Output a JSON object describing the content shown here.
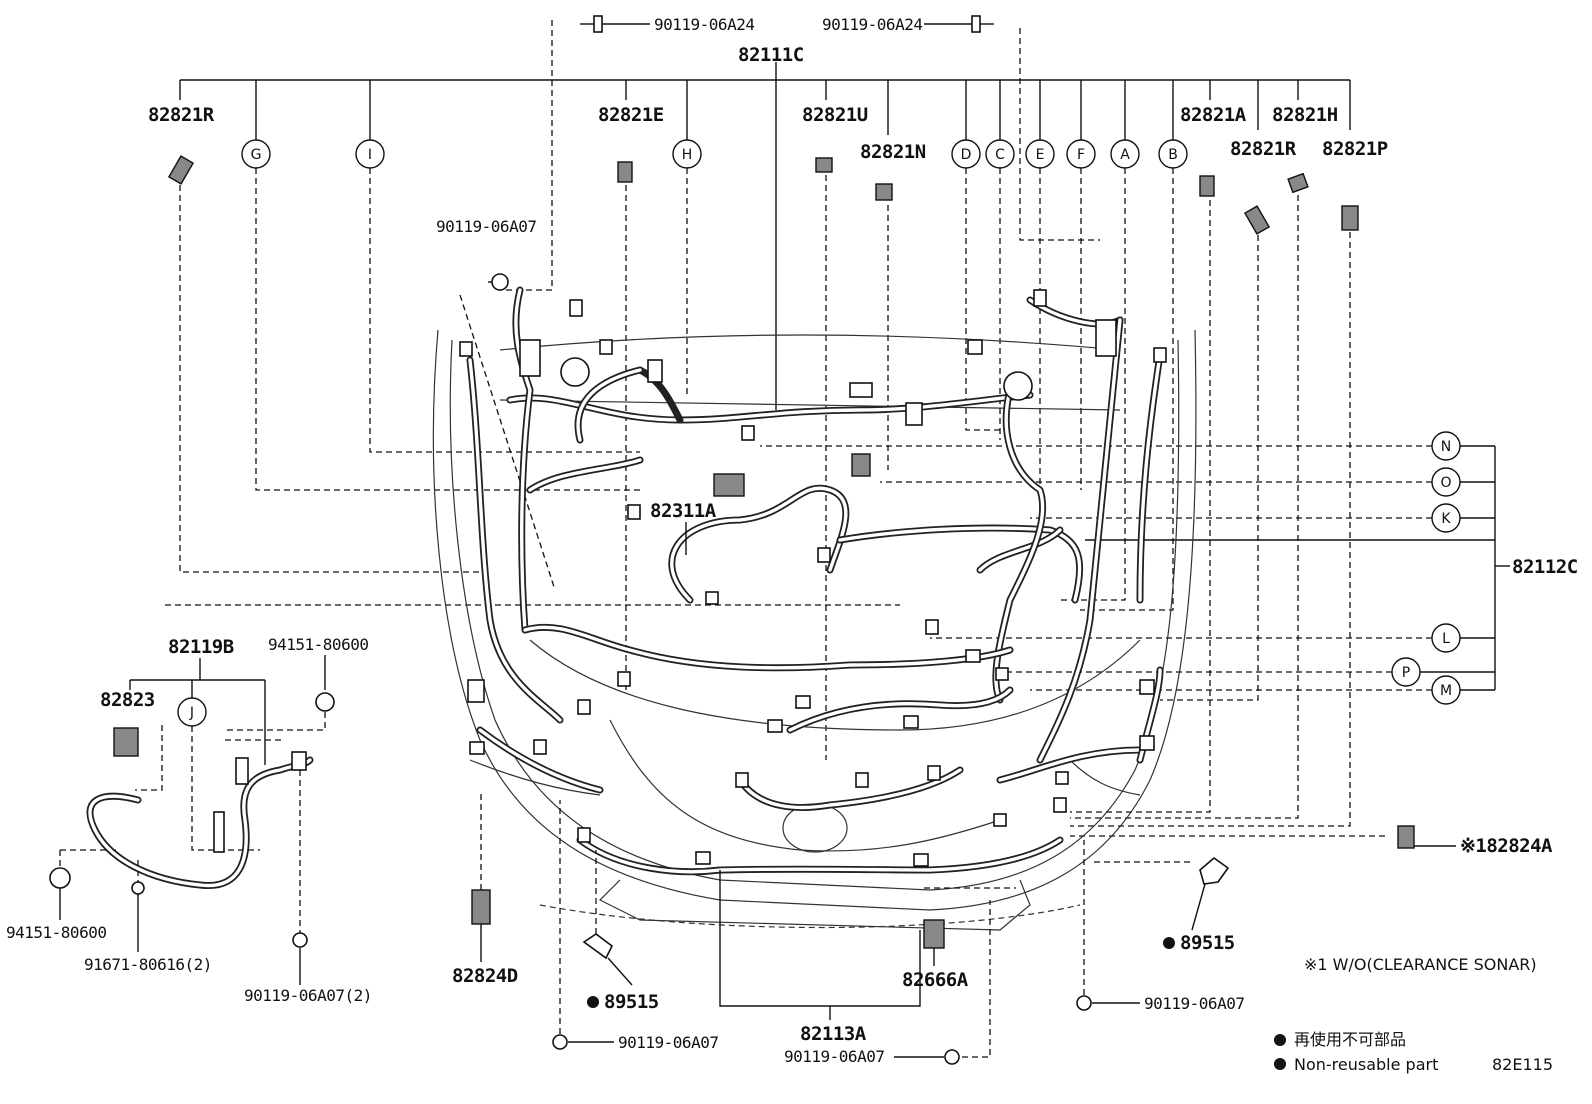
{
  "diagram": {
    "code": "82E115",
    "harness_top": "82111C",
    "harness_right": "82112C",
    "bottom_harness": "82113A",
    "center_part": "82311A",
    "left_harness": "82119B",
    "top_labels": [
      "82821R",
      "82821E",
      "82821U",
      "82821N",
      "82821A",
      "82821R",
      "82821H",
      "82821P"
    ],
    "top_bolts": [
      "90119-06A24",
      "90119-06A24"
    ],
    "upper_bolt": "90119-06A07",
    "letters": [
      "G",
      "I",
      "H",
      "D",
      "C",
      "E",
      "F",
      "A",
      "B",
      "N",
      "O",
      "K",
      "L",
      "P",
      "M",
      "J"
    ],
    "left_parts": {
      "sensor": "82823",
      "nut_top": "94151-80600",
      "nut_bottom": "94151-80600",
      "bolt_a": "91671-80616(2)",
      "bolt_b": "90119-06A07(2)"
    },
    "bottom_parts": {
      "conn_d": "82824D",
      "clip_left": "89515",
      "bolt_left": "90119-06A07",
      "bolt_center": "90119-06A07",
      "horn": "82666A",
      "clip_right": "89515",
      "bolt_right": "90119-06A07",
      "sonar_conn": "※182824A"
    },
    "footnote": "※1 W/O(CLEARANCE SONAR)",
    "legend_jp": "再使用不可部品",
    "legend_en": "Non-reusable part"
  }
}
